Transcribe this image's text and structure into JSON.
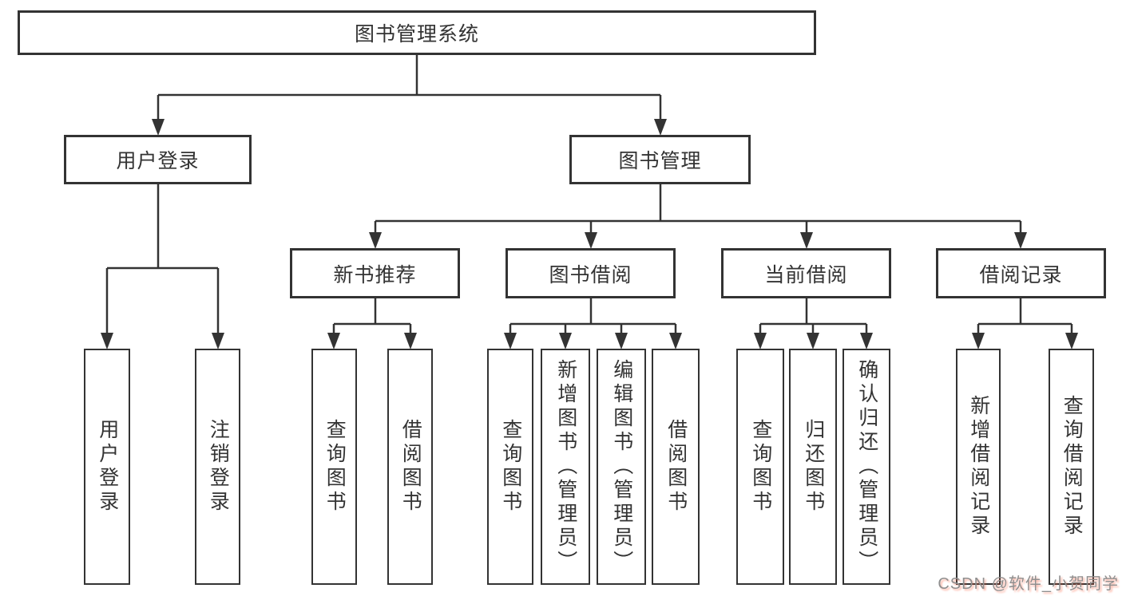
{
  "diagram": {
    "root": {
      "label": "图书管理系统"
    },
    "branches": [
      {
        "label": "用户登录",
        "children": [
          {
            "label": "用户登录"
          },
          {
            "label": "注销登录"
          }
        ]
      },
      {
        "label": "图书管理",
        "children": [
          {
            "label": "新书推荐",
            "children": [
              {
                "label": "查询图书"
              },
              {
                "label": "借阅图书"
              }
            ]
          },
          {
            "label": "图书借阅",
            "children": [
              {
                "label": "查询图书"
              },
              {
                "label": "新增图书（管理员）"
              },
              {
                "label": "编辑图书（管理员）"
              },
              {
                "label": "借阅图书"
              }
            ]
          },
          {
            "label": "当前借阅",
            "children": [
              {
                "label": "查询图书"
              },
              {
                "label": "归还图书"
              },
              {
                "label": "确认归还（管理员）"
              }
            ]
          },
          {
            "label": "借阅记录",
            "children": [
              {
                "label": "新增借阅记录"
              },
              {
                "label": "查询借阅记录"
              }
            ]
          }
        ]
      }
    ]
  },
  "watermark": {
    "text": "CSDN @软件_小贺同学"
  },
  "colors": {
    "background": "#ffffff",
    "line": "#333333",
    "text": "#333333",
    "watermark": "#8f8f8f",
    "watermark_shadow": "#fc553173"
  }
}
